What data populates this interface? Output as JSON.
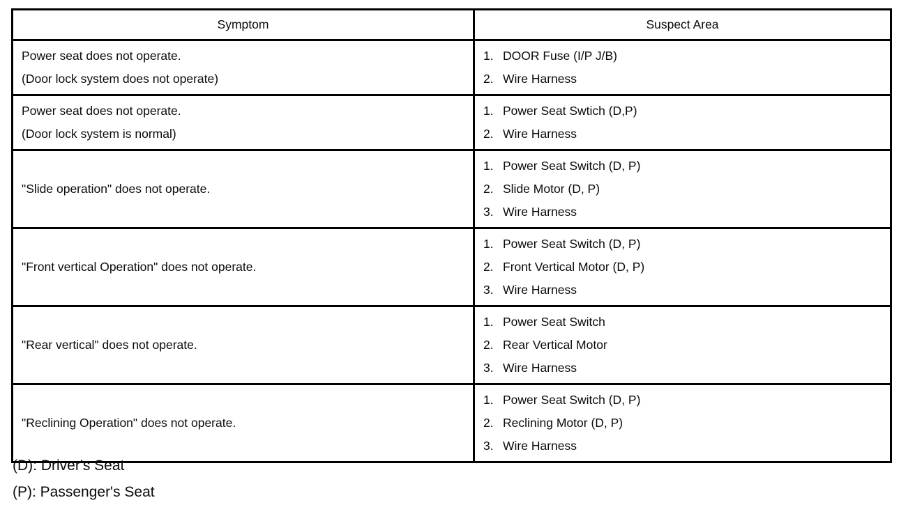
{
  "table": {
    "headers": {
      "symptom": "Symptom",
      "suspect_area": "Suspect Area"
    },
    "rows": [
      {
        "symptom": [
          "Power seat does not operate.",
          "(Door lock system does not operate)"
        ],
        "suspect_areas": [
          {
            "num": "1.",
            "text": "DOOR Fuse (I/P J/B)"
          },
          {
            "num": "2.",
            "text": "Wire Harness"
          }
        ]
      },
      {
        "symptom": [
          "Power seat does not operate.",
          "(Door lock system is normal)"
        ],
        "suspect_areas": [
          {
            "num": "1.",
            "text": "Power Seat Swtich (D,P)"
          },
          {
            "num": "2.",
            "text": "Wire Harness"
          }
        ]
      },
      {
        "symptom": [
          "\"Slide operation\" does not operate."
        ],
        "suspect_areas": [
          {
            "num": "1.",
            "text": "Power Seat Switch (D, P)"
          },
          {
            "num": "2.",
            "text": "Slide Motor (D, P)"
          },
          {
            "num": "3.",
            "text": "Wire Harness"
          }
        ]
      },
      {
        "symptom": [
          "\"Front vertical Operation\" does not operate."
        ],
        "suspect_areas": [
          {
            "num": "1.",
            "text": "Power Seat Switch (D, P)"
          },
          {
            "num": "2.",
            "text": "Front Vertical Motor (D, P)"
          },
          {
            "num": "3.",
            "text": "Wire Harness"
          }
        ]
      },
      {
        "symptom": [
          "\"Rear vertical\" does not operate."
        ],
        "suspect_areas": [
          {
            "num": "1.",
            "text": "Power Seat Switch"
          },
          {
            "num": "2.",
            "text": "Rear Vertical Motor"
          },
          {
            "num": "3.",
            "text": "Wire Harness"
          }
        ]
      },
      {
        "symptom": [
          "\"Reclining Operation\" does not operate."
        ],
        "suspect_areas": [
          {
            "num": "1.",
            "text": "Power Seat Switch (D, P)"
          },
          {
            "num": "2.",
            "text": "Reclining Motor (D, P)"
          },
          {
            "num": "3.",
            "text": "Wire Harness"
          }
        ]
      }
    ]
  },
  "footnotes": {
    "driver": "(D): Driver's Seat",
    "passenger": "(P): Passenger's Seat"
  },
  "colors": {
    "ink": "#000000",
    "paper": "#ffffff"
  }
}
